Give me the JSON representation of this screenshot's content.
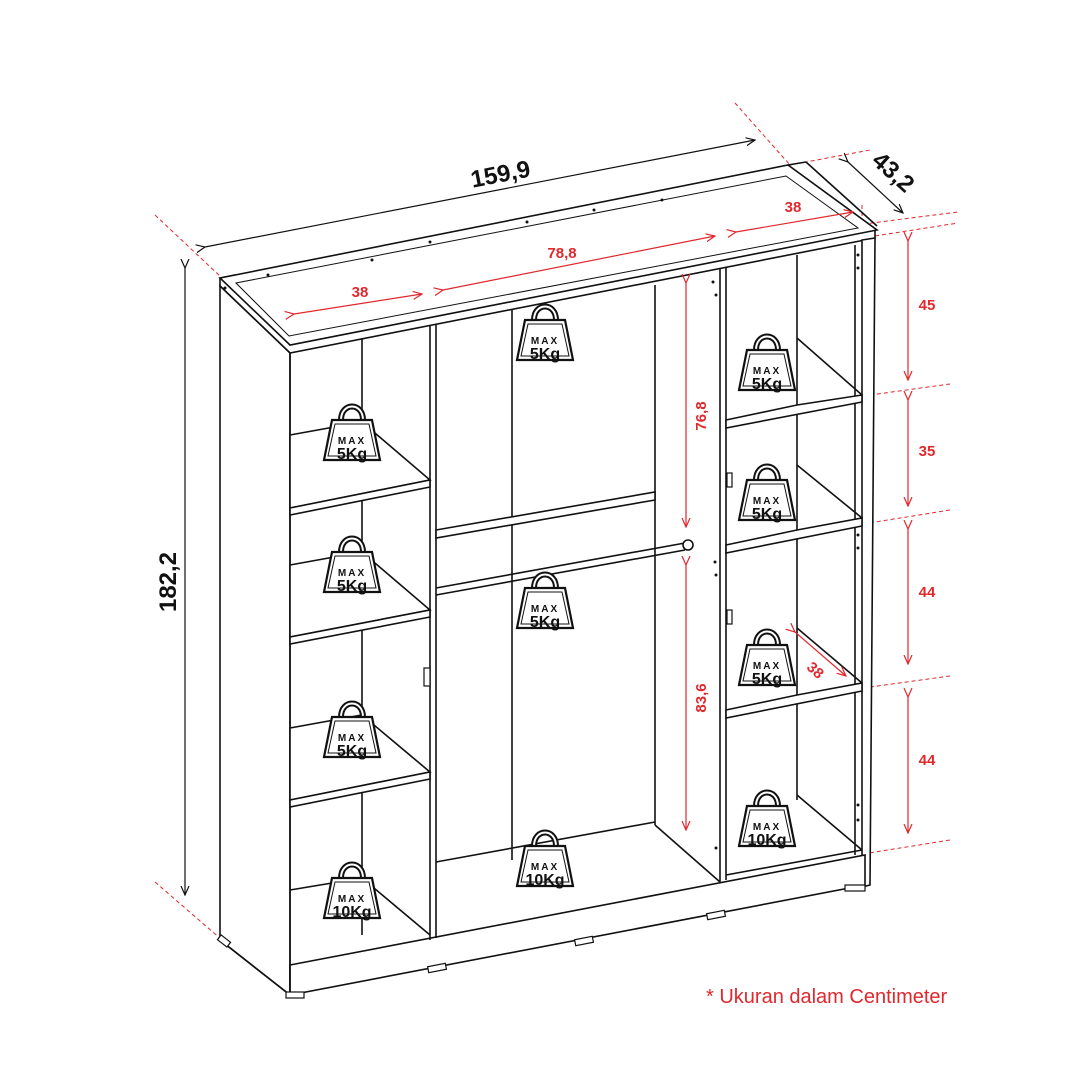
{
  "dimensions": {
    "width": "159,9",
    "depth": "43,2",
    "height": "182,2"
  },
  "inner_dimensions": {
    "left_depth": "38",
    "center_width": "78,8",
    "right_depth_top": "38",
    "right_shelf_depth": "38",
    "hang_upper": "76,8",
    "hang_lower": "83,6",
    "right_gap_1": "45",
    "right_gap_2": "35",
    "right_gap_3": "44",
    "right_gap_4": "44"
  },
  "weights": {
    "max_label": "MAX",
    "left_1": "5Kg",
    "left_2": "5Kg",
    "left_3": "5Kg",
    "left_bottom": "10Kg",
    "center_top": "5Kg",
    "center_rod": "5Kg",
    "center_bottom": "10Kg",
    "right_1": "5Kg",
    "right_2": "5Kg",
    "right_3": "5Kg",
    "right_bottom": "10Kg"
  },
  "note": "* Ukuran dalam Centimeter",
  "colors": {
    "accent": "#e0282d",
    "line": "#111111"
  }
}
